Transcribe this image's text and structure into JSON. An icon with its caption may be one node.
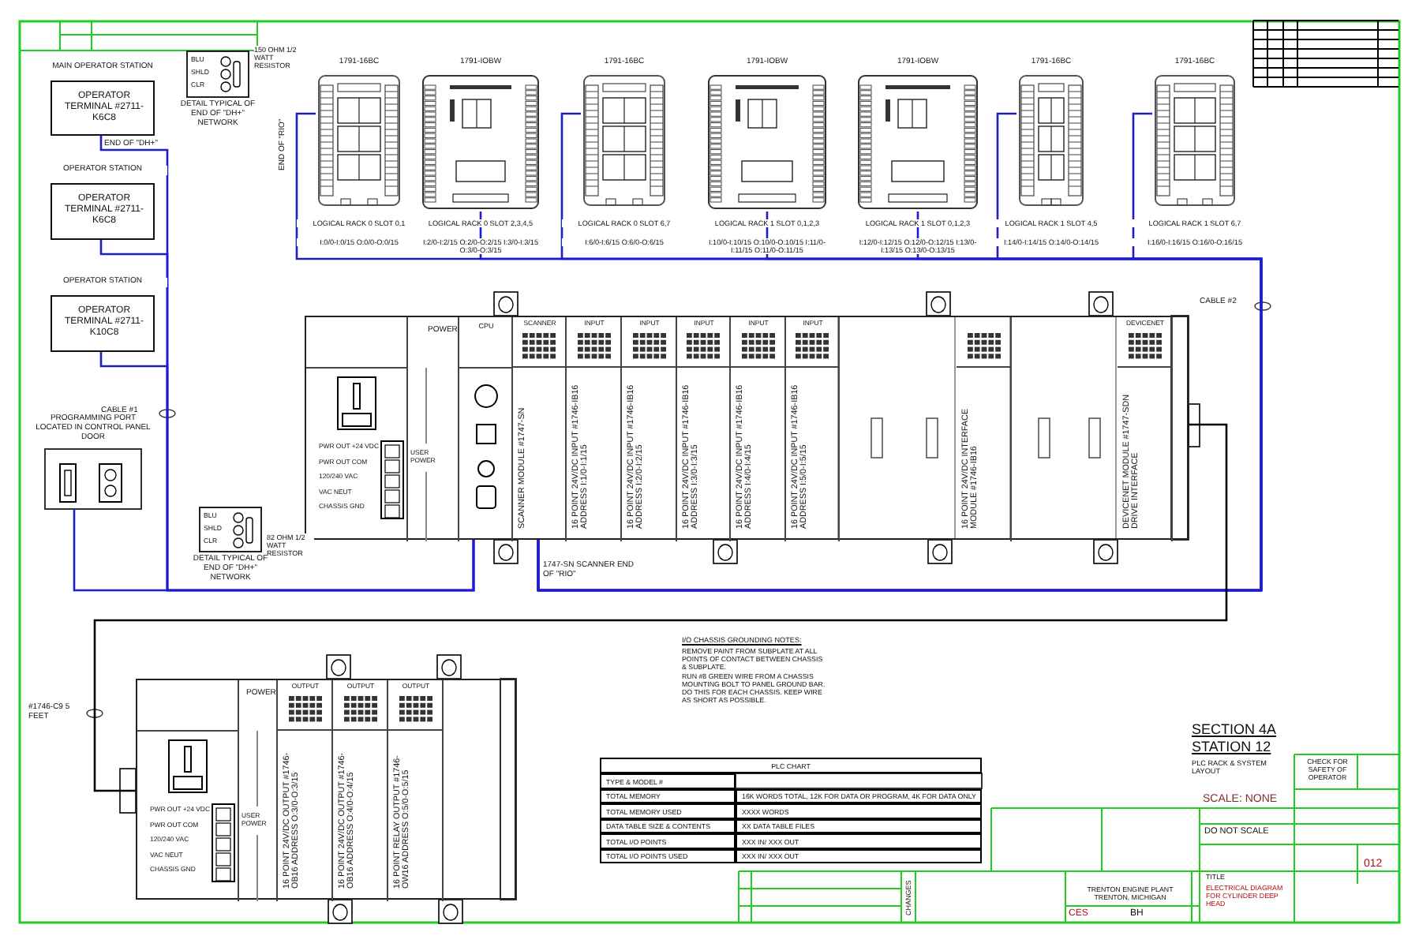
{
  "diagram": {
    "nodes": [
      {
        "text": [
          "OPERATOR TERMINAL #2711-K6C8"
        ],
        "beside": [
          "MAIN OPERATOR STATION"
        ]
      },
      {
        "text": [
          "OPERATOR TERMINAL #2711-K6C8"
        ],
        "beside": [
          "OPERATOR STATION"
        ]
      },
      {
        "text": [
          "OPERATOR TERMINAL #2711-K10C8"
        ],
        "beside": [
          "OPERATOR STATION"
        ]
      },
      {
        "text": [],
        "shape": "box",
        "beside": [
          "PROGRAMMING PORT LOCATED IN CONTROL PANEL DOOR"
        ]
      },
      {
        "text": [],
        "shape": "picture",
        "beside": [
          "1791-16BC",
          "LOGICAL RACK 0 SLOT 0,1",
          "I:0/0-I:0/15 O:0/0-O:0/15"
        ]
      },
      {
        "text": [],
        "shape": "picture",
        "beside": [
          "1791-IOBW",
          "LOGICAL RACK 0 SLOT 2,3,4,5",
          "I:2/0-I:2/15 O:2/0-O:2/15 I:3/0-I:3/15 O:3/0-O:3/15"
        ]
      },
      {
        "text": [],
        "shape": "picture",
        "beside": [
          "1791-16BC",
          "LOGICAL RACK 0 SLOT 6,7",
          "I:6/0-I:6/15 O:6/0-O:6/15"
        ]
      },
      {
        "text": [],
        "shape": "picture",
        "beside": [
          "1791-IOBW",
          "LOGICAL RACK 1 SLOT 0,1,2,3",
          "I:10/0-I:10/15 O:10/0-O:10/15 I:11/0-I:11/15 O:11/0-O:11/15"
        ]
      },
      {
        "text": [],
        "shape": "picture",
        "beside": [
          "1791-IOBW",
          "LOGICAL RACK 1 SLOT 0,1,2,3",
          "I:12/0-I:12/15 O:12/0-O:12/15 I:13/0-I:13/15 O:13/0-O:13/15"
        ]
      },
      {
        "text": [],
        "shape": "picture",
        "beside": [
          "1791-16BC",
          "LOGICAL RACK 1 SLOT 4,5",
          "I:14/0-I:14/15 O:14/0-O:14/15"
        ]
      },
      {
        "text": [],
        "shape": "picture",
        "beside": [
          "1791-16BC",
          "LOGICAL RACK 1 SLOT 6,7",
          "I:16/0-I:16/15 O:16/0-O:16/15"
        ]
      },
      {
        "text": [],
        "shape": "box"
      },
      {
        "text": [
          "POWER",
          "PWR OUT +24 VDC",
          "PWR OUT COM",
          "120/240 VAC",
          "VAC NEUT",
          "CHASSIS GND",
          "USER POWER"
        ],
        "in": 11
      },
      {
        "text": [
          "CPU"
        ],
        "in": 11
      },
      {
        "text": [
          "SCANNER",
          "SCANNER MODULE #1747-SN"
        ],
        "in": 11
      },
      {
        "text": [
          "INPUT",
          "16 POINT 24V/DC INPUT #1746-IB16 ADDRESS I:1/0-I:1/15"
        ],
        "in": 11
      },
      {
        "text": [
          "INPUT",
          "16 POINT 24V/DC INPUT #1746-IB16 ADDRESS I:2/0-I:2/15"
        ],
        "in": 11
      },
      {
        "text": [
          "INPUT",
          "16 POINT 24V/DC INPUT #1746-IB16 ADDRESS I:3/0-I:3/15"
        ],
        "in": 11
      },
      {
        "text": [
          "INPUT",
          "16 POINT 24V/DC INPUT #1746-IB16 ADDRESS I:4/0-I:4/15"
        ],
        "in": 11
      },
      {
        "text": [
          "INPUT",
          "16 POINT 24V/DC INPUT #1746-IB16 ADDRESS I:5/0-I:5/15"
        ],
        "in": 11
      },
      {
        "text": [
          "16 POINT 24V/DC INTERFACE MODULE #1746-IB16"
        ],
        "in": 11
      },
      {
        "text": [
          "DEVICENET",
          "DEVICENET MODULE #1747-SDN DRIVE INTERFACE"
        ],
        "in": 11
      },
      {
        "text": [],
        "shape": "box"
      },
      {
        "text": [
          "POWER",
          "PWR OUT +24 VDC",
          "PWR OUT COM",
          "120/240 VAC",
          "VAC NEUT",
          "CHASSIS GND",
          "USER POWER"
        ],
        "in": 22
      },
      {
        "text": [
          "OUTPUT",
          "16 POINT 24V/DC OUTPUT #1746-OB16 ADDRESS O:3/0-O:3/15"
        ],
        "in": 22
      },
      {
        "text": [
          "OUTPUT",
          "16 POINT 24V/DC OUTPUT #1746-OB16 ADDRESS O:4/0-O:4/15"
        ],
        "in": 22
      },
      {
        "text": [
          "OUTPUT",
          "16 POINT RELAY OUTPUT #1746-OW16 ADDRESS O:5/0-O:5/15"
        ],
        "in": 22
      },
      {
        "text": [
          "BLU",
          "SHLD",
          "CLR"
        ],
        "beside": [
          "150 OHM 1/2 WATT RESISTOR",
          "DETAIL TYPICAL OF END OF \"DH+\" NETWORK"
        ]
      },
      {
        "text": [
          "BLU",
          "SHLD",
          "CLR"
        ],
        "beside": [
          "82 OHM 1/2 WATT RESISTOR",
          "DETAIL TYPICAL OF END OF \"DH+\" NETWORK"
        ]
      }
    ],
    "edges": [
      {
        "from": 0,
        "to": 13,
        "arrow": "none"
      },
      {
        "from": 1,
        "to": 13,
        "arrow": "none"
      },
      {
        "from": 2,
        "to": 13,
        "arrow": "none"
      },
      {
        "from": 3,
        "to": 13,
        "arrow": "none"
      },
      {
        "from": 14,
        "to": 4,
        "arrow": "none"
      },
      {
        "from": 14,
        "to": 5,
        "arrow": "none"
      },
      {
        "from": 14,
        "to": 6,
        "arrow": "none"
      },
      {
        "from": 14,
        "to": 7,
        "arrow": "none"
      },
      {
        "from": 14,
        "to": 8,
        "arrow": "none"
      },
      {
        "from": 14,
        "to": 9,
        "arrow": "none"
      },
      {
        "from": 14,
        "to": 10,
        "arrow": "none"
      },
      {
        "from": 11,
        "to": 22,
        "arrow": "none",
        "color": "#000000"
      }
    ],
    "labels": [
      "END OF \"DH+\"",
      "END OF \"RIO\"",
      "CABLE #1",
      "CABLE #2",
      "1747-SN SCANNER END OF \"RIO\"",
      "#1746-C9 5 FEET",
      "I/O CHASSIS GROUNDING NOTES:",
      "REMOVE PAINT FROM SUBPLATE AT ALL POINTS OF CONTACT BETWEEN CHASSIS & SUBPLATE.",
      "RUN #8 GREEN WIRE FROM A CHASSIS MOUNTING BOLT TO PANEL GROUND BAR. DO THIS FOR EACH CHASSIS. KEEP WIRE AS SHORT AS POSSIBLE.",
      "PLC CHART",
      "TYPE & MODEL #",
      "TOTAL MEMORY",
      "16K WORDS TOTAL, 12K FOR DATA OR PROGRAM, 4K FOR DATA ONLY",
      "TOTAL MEMORY USED",
      "XXXX WORDS",
      "DATA TABLE SIZE & CONTENTS",
      "XX DATA TABLE FILES",
      "TOTAL I/O POINTS",
      "XXX IN/ XXX OUT",
      "TOTAL I/O POINTS USED",
      "XXX IN/ XXX OUT",
      "SECTION 4A",
      "STATION 12",
      "PLC RACK & SYSTEM LAYOUT",
      "SCALE: NONE",
      "DO NOT SCALE",
      "CHECK FOR SAFETY OF OPERATOR",
      "TRENTON ENGINE PLANT TRENTON, MICHIGAN",
      "TITLE",
      "ELECTRICAL DIAGRAM FOR CYLINDER DEEP HEAD",
      "CES",
      "BH",
      "012",
      "CHANGES"
    ]
  }
}
